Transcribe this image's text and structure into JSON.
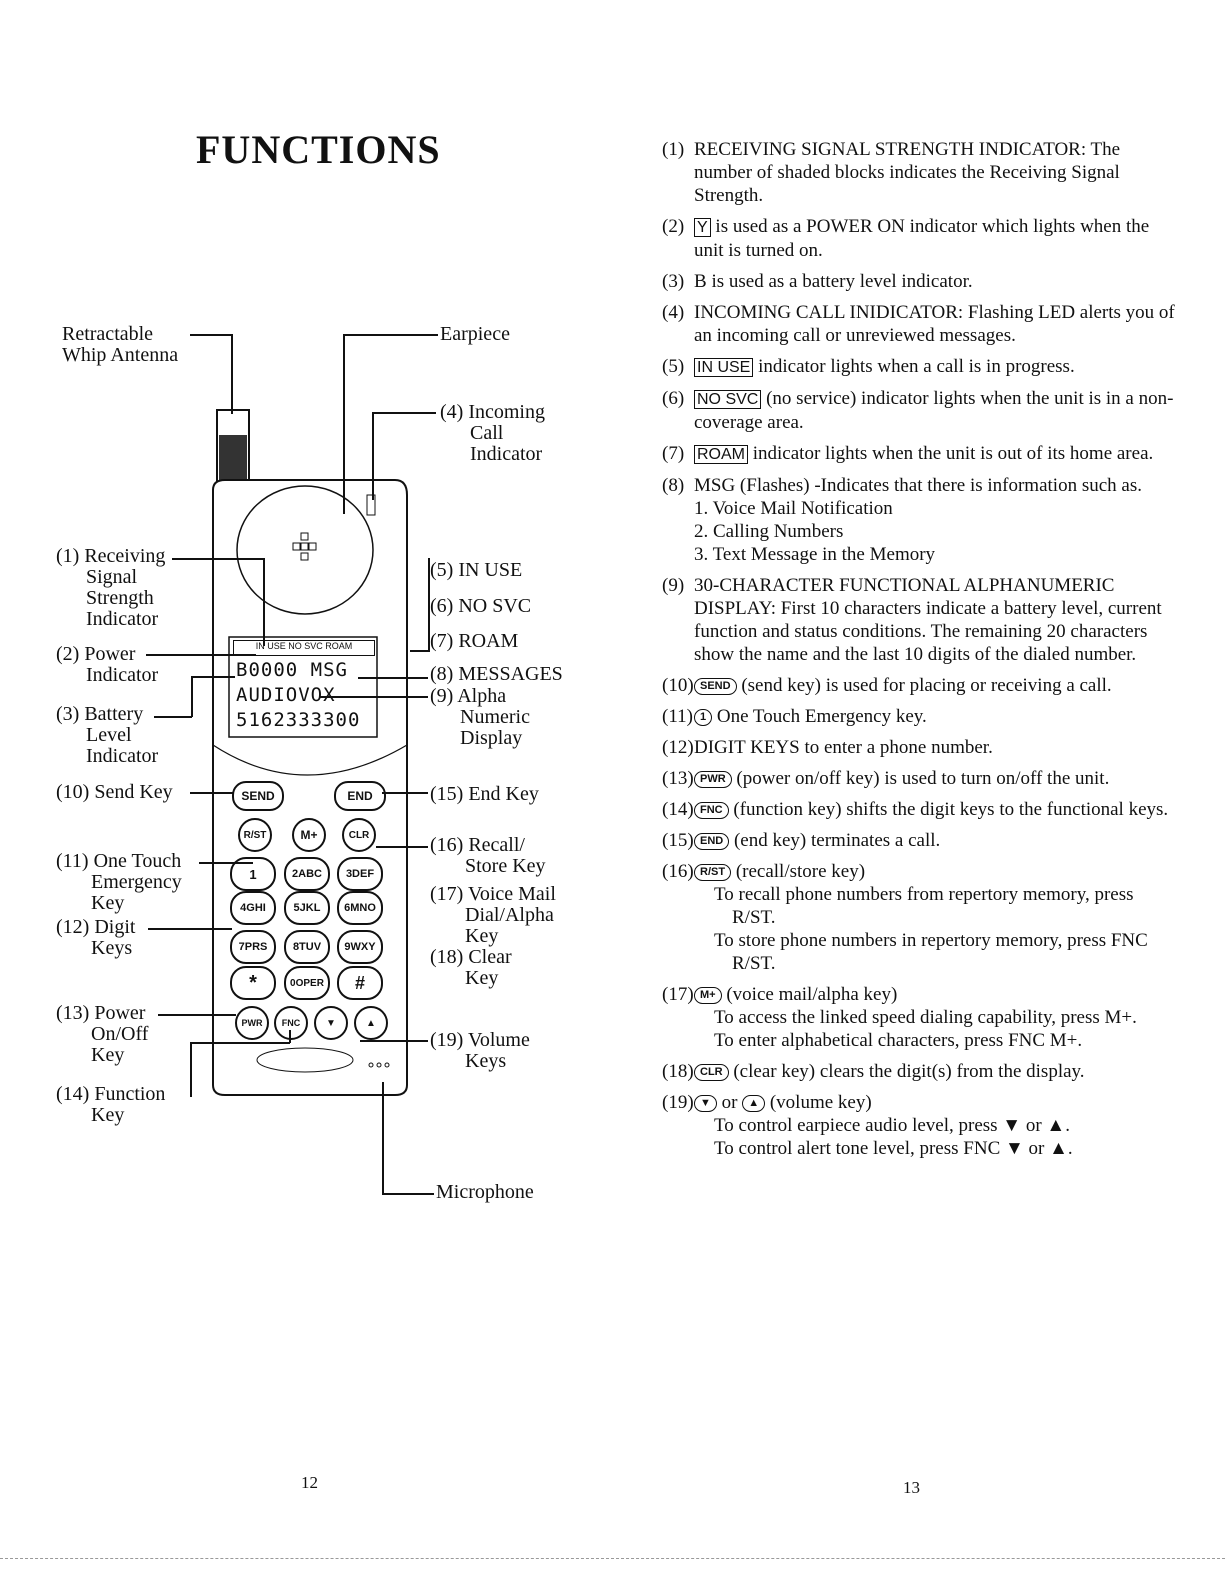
{
  "title": "FUNCTIONS",
  "labels": {
    "antenna": "Retractable\nWhip Antenna",
    "earpiece": "Earpiece",
    "incoming": "(4) Incoming\n      Call\n      Indicator",
    "rssi": "(1) Receiving\n      Signal\n      Strength\n      Indicator",
    "power": "(2) Power\n      Indicator",
    "battery": "(3) Battery\n      Level\n      Indicator",
    "send": "(10) Send Key",
    "one_touch": "(11) One Touch\n       Emergency\n       Key",
    "digit": "(12) Digit\n       Keys",
    "pwr": "(13) Power\n       On/Off\n       Key",
    "function": "(14) Function\n       Key",
    "in_use": "(5) IN USE",
    "no_svc": "(6) NO SVC",
    "roam": "(7) ROAM",
    "messages": "(8) MESSAGES",
    "alpha": "(9) Alpha\n      Numeric\n      Display",
    "end": "(15) End Key",
    "recall": "(16) Recall/\n       Store Key",
    "voicemail": "(17) Voice Mail\n       Dial/Alpha\n       Key",
    "clear": "(18) Clear\n       Key",
    "volume": "(19) Volume\n       Keys",
    "microphone": "Microphone"
  },
  "phone": {
    "status_bar": "IN USE  NO SVC  ROAM",
    "line1": "B0000 MSG",
    "line2": "AUDIOVOX",
    "line3": "5162333300",
    "keys": {
      "send": "SEND",
      "end": "END",
      "rst": "R/ST",
      "m": "M+",
      "clr": "CLR",
      "k1": "1",
      "k2": "2ABC",
      "k3": "3DEF",
      "k4": "4GHI",
      "k5": "5JKL",
      "k6": "6MNO",
      "k7": "7PRS",
      "k8": "8TUV",
      "k9": "9WXY",
      "star": "*",
      "k0": "0OPER",
      "hash": "#",
      "pwr": "PWR",
      "fnc": "FNC",
      "vdown": "▼",
      "vup": "▲"
    }
  },
  "page_left": "12",
  "page_right": "13",
  "desc": {
    "d1_num": "(1)",
    "d1": "RECEIVING SIGNAL STRENGTH INDICATOR: The number of shaded blocks indicates the Receiving Signal Strength.",
    "d2_num": "(2)",
    "d2_icon": "Y",
    "d2": "is used as a POWER ON indicator which lights when the unit is turned on.",
    "d3_num": "(3)",
    "d3_icon": "B",
    "d3": "is used as a battery level indicator.",
    "d4_num": "(4)",
    "d4": "INCOMING CALL INIDICATOR: Flashing LED alerts you of an incoming call or unreviewed messages.",
    "d5_num": "(5)",
    "d5_icon": "IN USE",
    "d5": "indicator lights when a call is in progress.",
    "d6_num": "(6)",
    "d6_icon": "NO SVC",
    "d6": "(no service) indicator lights when the unit is in a non-coverage area.",
    "d7_num": "(7)",
    "d7_icon": "ROAM",
    "d7": "indicator lights when the unit is out of its home area.",
    "d8_num": "(8)",
    "d8": "MSG (Flashes) -Indicates that there is information such as.",
    "d8_list": [
      "1. Voice Mail Notification",
      "2. Calling Numbers",
      "3. Text Message in the Memory"
    ],
    "d9_num": "(9)",
    "d9": "30-CHARACTER FUNCTIONAL ALPHANUMERIC DISPLAY: First 10 characters indicate a battery level, current function and status conditions. The remaining 20 characters show the name and the last 10 digits of the dialed number.",
    "d10_num": "(10)",
    "d10_icon": "SEND",
    "d10": "(send key) is used for placing or receiving a call.",
    "d11_num": "(11)",
    "d11_icon": "1",
    "d11": "One Touch Emergency key.",
    "d12_num": "(12)",
    "d12": "DIGIT KEYS to enter a phone number.",
    "d13_num": "(13)",
    "d13_icon": "PWR",
    "d13": "(power on/off key) is used to turn on/off the unit.",
    "d14_num": "(14)",
    "d14_icon": "FNC",
    "d14": "(function key) shifts the digit keys to the functional keys.",
    "d15_num": "(15)",
    "d15_icon": "END",
    "d15": "(end key) terminates a call.",
    "d16_num": "(16)",
    "d16_icon": "R/ST",
    "d16": "(recall/store key)",
    "d16_a": "To recall phone numbers from repertory memory, press R/ST.",
    "d16_b": "To store phone numbers in repertory memory, press FNC R/ST.",
    "d17_num": "(17)",
    "d17_icon": "M+",
    "d17": "(voice mail/alpha key)",
    "d17_a": "To access the linked speed dialing capability, press M+.",
    "d17_b": "To enter alphabetical characters, press FNC M+.",
    "d18_num": "(18)",
    "d18_icon": "CLR",
    "d18": "(clear key) clears the digit(s) from the display.",
    "d19_num": "(19)",
    "d19_icon_a": "▼",
    "d19_or": "or",
    "d19_icon_b": "▲",
    "d19": "(volume key)",
    "d19_a": "To control earpiece audio level, press ▼ or ▲.",
    "d19_b": "To control alert tone level, press FNC ▼ or ▲."
  }
}
